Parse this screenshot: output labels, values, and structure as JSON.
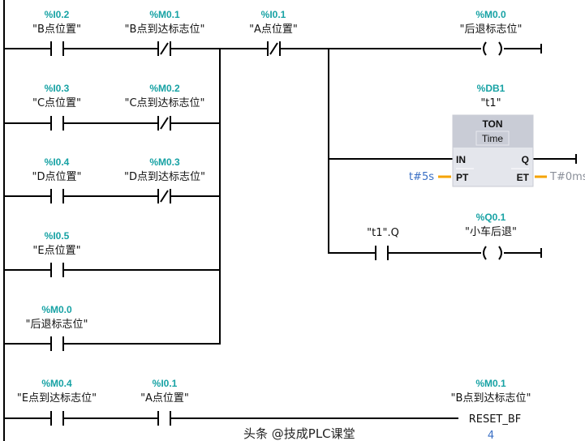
{
  "network": {
    "rung1": {
      "contacts": [
        {
          "addr": "%I0.2",
          "name": "\"B点位置\"",
          "type": "NO"
        },
        {
          "addr": "%M0.1",
          "name": "\"B点到达标志位\"",
          "type": "NC"
        },
        {
          "addr": "%I0.1",
          "name": "\"A点位置\"",
          "type": "NC"
        }
      ],
      "coil": {
        "addr": "%M0.0",
        "name": "\"后退标志位\""
      }
    },
    "branches": [
      {
        "contacts": [
          {
            "addr": "%I0.3",
            "name": "\"C点位置\"",
            "type": "NO"
          },
          {
            "addr": "%M0.2",
            "name": "\"C点到达标志位\"",
            "type": "NC"
          }
        ]
      },
      {
        "contacts": [
          {
            "addr": "%I0.4",
            "name": "\"D点位置\"",
            "type": "NO"
          },
          {
            "addr": "%M0.3",
            "name": "\"D点到达标志位\"",
            "type": "NC"
          }
        ]
      },
      {
        "contacts": [
          {
            "addr": "%I0.5",
            "name": "\"E点位置\"",
            "type": "NO"
          }
        ]
      },
      {
        "contacts": [
          {
            "addr": "%M0.0",
            "name": "\"后退标志位\"",
            "type": "NO"
          }
        ]
      }
    ],
    "timer": {
      "db": "%DB1",
      "instance": "\"t1\"",
      "type": "TON",
      "subtype": "Time",
      "pin_in": "IN",
      "pin_pt": "PT",
      "pin_q": "Q",
      "pin_et": "ET",
      "pt_value": "t#5s",
      "et_value": "T#0ms"
    },
    "output": {
      "contact": {
        "name": "\"t1\".Q",
        "type": "NO"
      },
      "coil": {
        "addr": "%Q0.1",
        "name": "\"小车后退\""
      }
    },
    "rung2": {
      "contacts": [
        {
          "addr": "%M0.4",
          "name": "\"E点到达标志位\"",
          "type": "NO"
        },
        {
          "addr": "%I0.1",
          "name": "\"A点位置\"",
          "type": "NO"
        }
      ],
      "box": {
        "addr": "%M0.1",
        "name": "\"B点到达标志位\"",
        "label": "RESET_BF",
        "count": "4"
      }
    }
  },
  "watermark": "头条 @技成PLC课堂",
  "colors": {
    "address": "#17a2a4",
    "wire": "#000000",
    "param_wire": "#f5a300",
    "param_text": "#3a6fc4"
  }
}
